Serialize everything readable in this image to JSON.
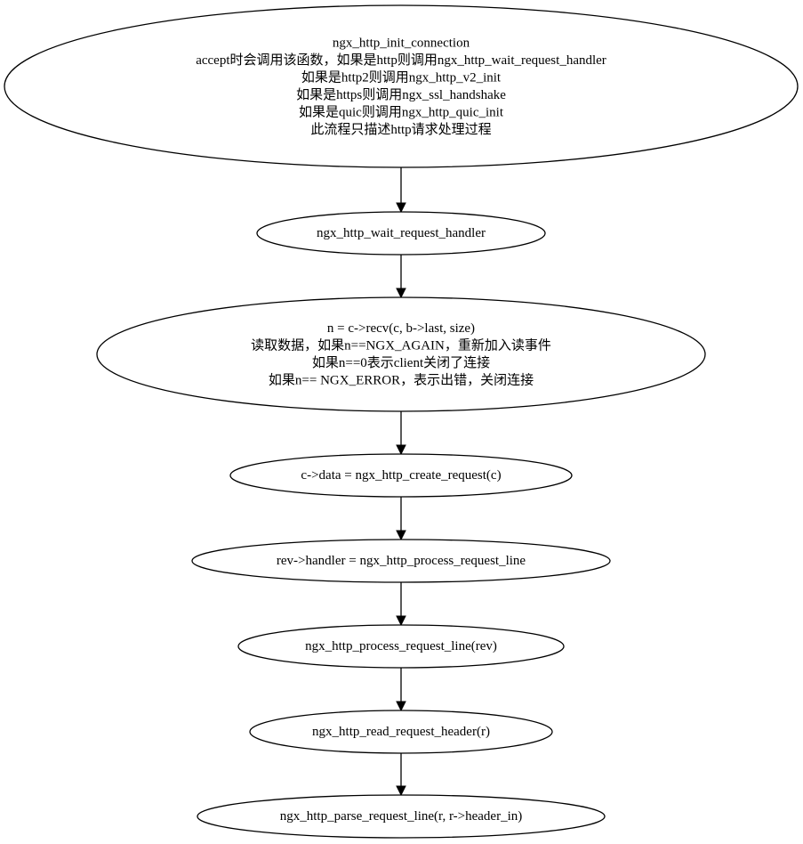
{
  "nodes": [
    {
      "id": "init-connection",
      "lines": [
        "ngx_http_init_connection",
        "accept时会调用该函数，如果是http则调用ngx_http_wait_request_handler",
        "如果是http2则调用ngx_http_v2_init",
        "如果是https则调用ngx_ssl_handshake",
        "如果是quic则调用ngx_http_quic_init",
        "此流程只描述http请求处理过程"
      ]
    },
    {
      "id": "wait-request-handler",
      "lines": [
        "ngx_http_wait_request_handler"
      ]
    },
    {
      "id": "recv-data",
      "lines": [
        "n = c->recv(c, b->last, size)",
        "读取数据，如果n==NGX_AGAIN，重新加入读事件",
        "如果n==0表示client关闭了连接",
        "如果n== NGX_ERROR，表示出错，关闭连接"
      ]
    },
    {
      "id": "create-request",
      "lines": [
        "c->data = ngx_http_create_request(c)"
      ]
    },
    {
      "id": "set-handler",
      "lines": [
        "rev->handler = ngx_http_process_request_line"
      ]
    },
    {
      "id": "process-request-line",
      "lines": [
        "ngx_http_process_request_line(rev)"
      ]
    },
    {
      "id": "read-request-header",
      "lines": [
        "ngx_http_read_request_header(r)"
      ]
    },
    {
      "id": "parse-request-line",
      "lines": [
        "ngx_http_parse_request_line(r, r->header_in)"
      ]
    }
  ],
  "edges": [
    {
      "from": "init-connection",
      "to": "wait-request-handler"
    },
    {
      "from": "wait-request-handler",
      "to": "recv-data"
    },
    {
      "from": "recv-data",
      "to": "create-request"
    },
    {
      "from": "create-request",
      "to": "set-handler"
    },
    {
      "from": "set-handler",
      "to": "process-request-line"
    },
    {
      "from": "process-request-line",
      "to": "read-request-header"
    },
    {
      "from": "read-request-header",
      "to": "parse-request-line"
    }
  ],
  "colors": {
    "stroke": "#000000",
    "fill": "#ffffff",
    "text": "#000000"
  }
}
